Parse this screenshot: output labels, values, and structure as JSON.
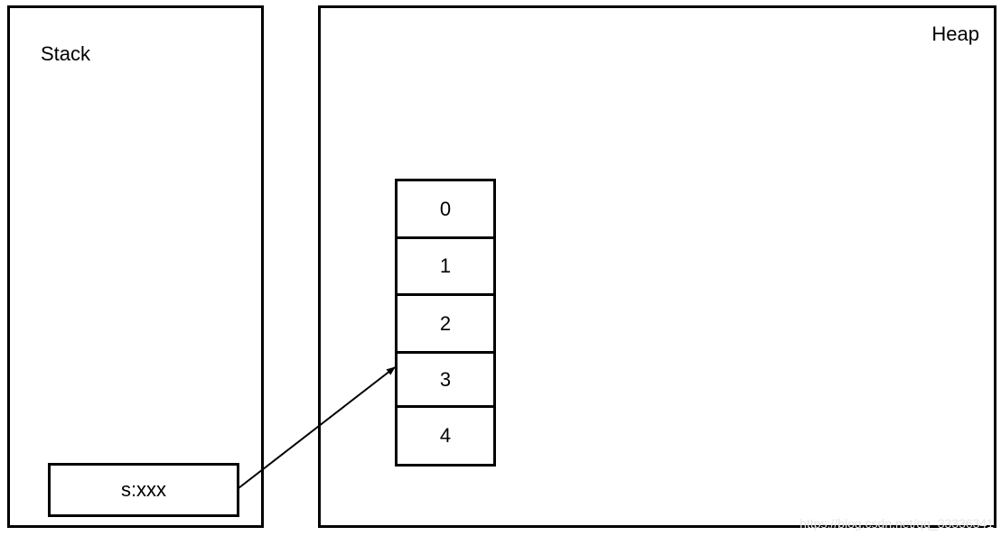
{
  "stack": {
    "title": "Stack",
    "variable": "s:xxx"
  },
  "heap": {
    "title": "Heap",
    "array_cells": [
      "0",
      "1",
      "2",
      "3",
      "4"
    ]
  },
  "pointer": {
    "from": "s:xxx",
    "to_index": 3
  },
  "watermark": "https://blog.csdn.net/qq_33336341"
}
